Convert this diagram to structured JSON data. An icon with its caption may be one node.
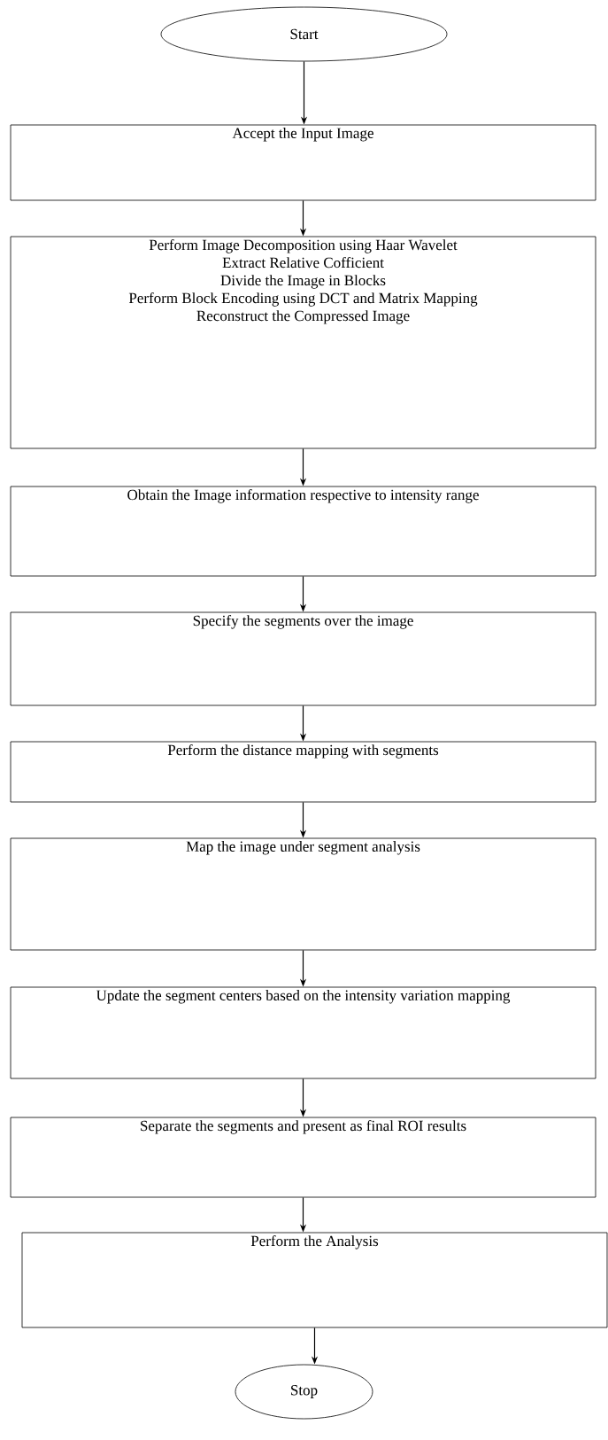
{
  "diagram": {
    "nodes": [
      {
        "text": [
          "Start"
        ]
      },
      {
        "text": [
          "Accept the Input Image"
        ]
      },
      {
        "text": [
          "Perform Image Decomposition using Haar Wavelet",
          "Extract Relative Cofficient",
          "Divide the Image in Blocks",
          "Perform Block Encoding using DCT and Matrix Mapping",
          "Reconstruct the Compressed Image"
        ]
      },
      {
        "text": [
          "Obtain the Image information respective to intensity range"
        ]
      },
      {
        "text": [
          "Specify the segments over the image"
        ]
      },
      {
        "text": [
          "Perform the distance mapping with segments"
        ]
      },
      {
        "text": [
          "Map the image under segment analysis"
        ]
      },
      {
        "text": [
          "Update the segment centers based on the intensity variation mapping"
        ]
      },
      {
        "text": [
          "Separate the segments and present as final ROI results"
        ]
      },
      {
        "text": [
          "Perform the Analysis"
        ]
      },
      {
        "text": [
          "Stop"
        ]
      }
    ],
    "edges": [
      {
        "from": 0,
        "to": 1,
        "arrow": "to"
      },
      {
        "from": 1,
        "to": 2,
        "arrow": "to"
      },
      {
        "from": 2,
        "to": 3,
        "arrow": "to"
      },
      {
        "from": 3,
        "to": 4,
        "arrow": "to"
      },
      {
        "from": 4,
        "to": 5,
        "arrow": "to"
      },
      {
        "from": 5,
        "to": 6,
        "arrow": "to"
      },
      {
        "from": 6,
        "to": 7,
        "arrow": "to"
      },
      {
        "from": 7,
        "to": 8,
        "arrow": "to"
      },
      {
        "from": 8,
        "to": 9,
        "arrow": "to"
      },
      {
        "from": 9,
        "to": 10,
        "arrow": "to"
      }
    ]
  }
}
